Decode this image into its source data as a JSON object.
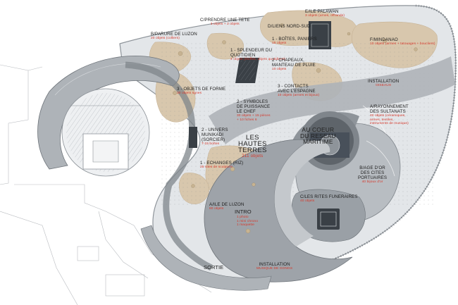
{
  "zones": {
    "prendre": {
      "title": "C/PRENDRE UNE TETE",
      "sub": "3 objets + 2 objets"
    },
    "palawan": {
      "title": "E/ILE PALAWAN",
      "sub": "3 objets (urnes, offrande)"
    },
    "liens": {
      "title": "D/LIENS NORD-SUD"
    },
    "luzon_parure": {
      "title": "B/PARURE DE LUZON",
      "sub": "20 objets (colliers)"
    },
    "mindanao": {
      "title": "F/MINDANAO",
      "sub": "10 objets (armes + tatouages + boucliers)"
    },
    "boites": {
      "title": "1 - BOÎTES, PANIERS",
      "sub": "15 objets"
    },
    "splendeur": {
      "title": "1 - SPLENDEUR DU",
      "title2": "QUOTIDIEN",
      "sub": "4 objets (étoffes, objets quotidiens)"
    },
    "chapeaux": {
      "title": "2 - CHAPEAUX,",
      "title2": "MANTEAU DE PLUIE",
      "sub": "10 objets"
    },
    "formes": {
      "title": "3 - OBJETS DE FORME",
      "sub": "30 objets sgnes"
    },
    "symboles": {
      "title": "2 - SYMBOLES",
      "title2": "DE PUISSANCE",
      "title3": "LE CHEF",
      "sub": "30 objets + 15 pièces",
      "sub2": "+ 10 fiches 6"
    },
    "contacts": {
      "title": "3 - CONTACTS",
      "title2": "AVEC L'ESPAGNE",
      "sub": "10 objets (armes et bijoux)"
    },
    "installation_top": {
      "title": "INSTALLATION",
      "sub": "OISEAUX"
    },
    "rayonnement": {
      "title": "A/RAYONNEMENT",
      "title2": "DES SULTANATS",
      "sub": "40 objets (céramiques,",
      "sub2": "armes, textiles,",
      "sub3": "instruments de musique)"
    },
    "univers": {
      "title": "2 - UNIVERS",
      "title2": "MUNIKADI",
      "title3": "(SORCIER)",
      "sub": "7-15 boîtes"
    },
    "echanges": {
      "title": "1 - ECHANGES (RIZ)",
      "sub": "25 sites de sculpture"
    },
    "age_or": {
      "title": "B/AGE D'OR",
      "title2": "DES CITES",
      "title3": "PORTUAIRES",
      "sub": "40 bijoux d'or"
    },
    "rites": {
      "title": "C/LES RITES FUNERAIRES",
      "sub": "40 objets"
    },
    "ile_luzon": {
      "title": "A/ILE DE LUZON",
      "sub": "80 objets"
    },
    "installation_bottom": {
      "title": "INSTALLATION",
      "sub": "MUSIQUE DE GONGS"
    }
  },
  "hautes_terres": {
    "line1": "LES",
    "line2": "HAUTES",
    "line3": "TERRES",
    "count": "211 objets"
  },
  "coeur": {
    "line1": "AU COEUR",
    "line2": "DU RESEAU",
    "line3": "MARITIME"
  },
  "intro": {
    "title": "INTRO",
    "sub1": "1 photo",
    "sub2": "1 mini chrono",
    "sub3": "1 maquette"
  },
  "sortie": {
    "title": "SORTIE"
  },
  "colors": {
    "floor_light": "#e3e6e9",
    "floor_mid": "#aeb3b8",
    "floor_dark": "#7f858b",
    "sand": "#d8c7ad",
    "accent_red": "#d6382b",
    "dark_vitrine": "#3a4046"
  }
}
